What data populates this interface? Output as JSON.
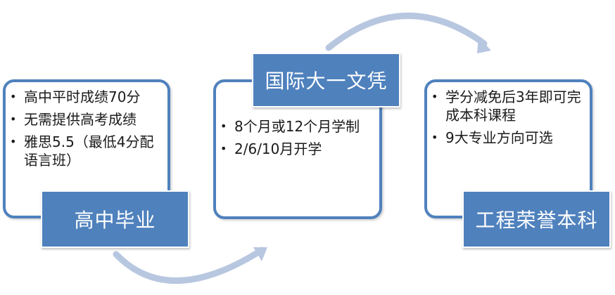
{
  "steps": [
    {
      "label": "高中毕业",
      "bullets": [
        "高中平时成绩70分",
        "无需提供高考成绩",
        "雅思5.5（最低4分配语言班）"
      ]
    },
    {
      "label": "国际大一文凭",
      "bullets": [
        "8个月或12个月学制",
        "2/6/10月开学"
      ]
    },
    {
      "label": "工程荣誉本科",
      "bullets": [
        "学分减免后3年即可完成本科课程",
        "9大专业方向可选"
      ]
    }
  ],
  "bullet_symbol": "•",
  "colors": {
    "accent": "#4f81bd",
    "arrow": "#b8c7e0",
    "text": "#1a1a1a"
  },
  "icons": {
    "connector": "curved-arrow-icon"
  }
}
